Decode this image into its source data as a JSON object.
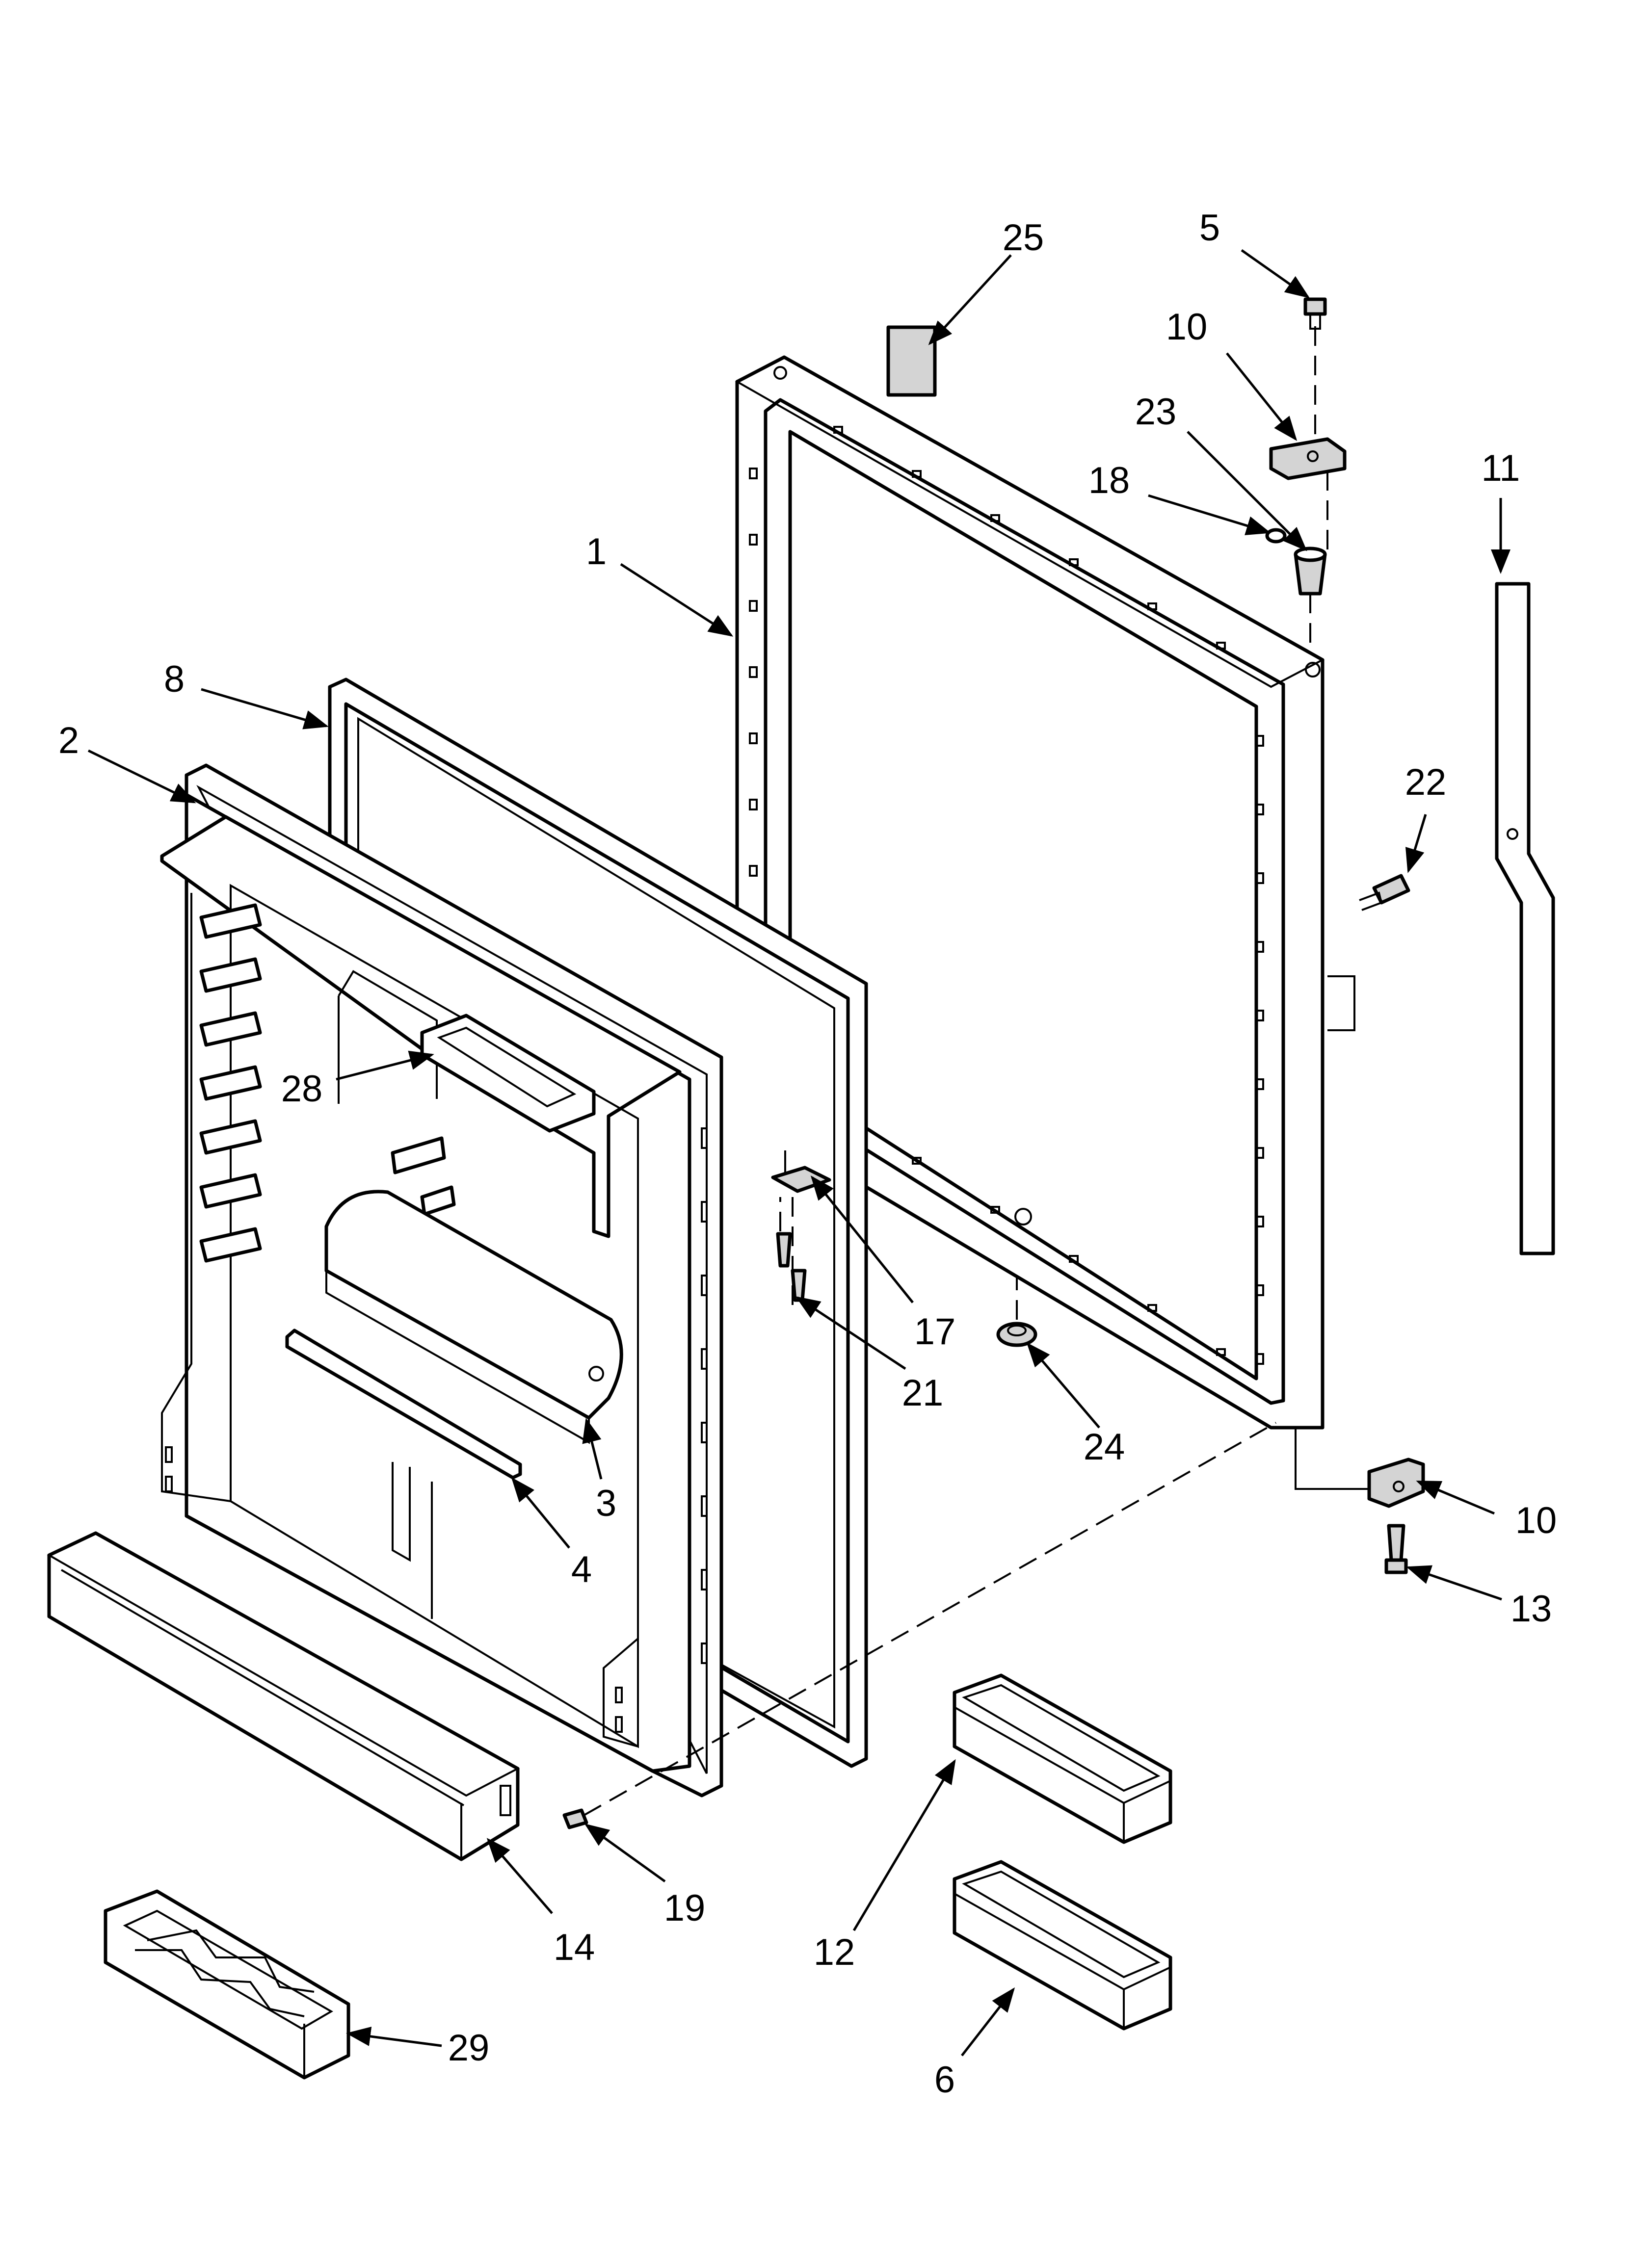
{
  "callouts": {
    "c25": "25",
    "c5": "5",
    "c10a": "10",
    "c23": "23",
    "c18": "18",
    "c11": "11",
    "c1": "1",
    "c8": "8",
    "c2": "2",
    "c22": "22",
    "c28": "28",
    "c17": "17",
    "c21": "21",
    "c24": "24",
    "c3": "3",
    "c4": "4",
    "c10b": "10",
    "c13": "13",
    "c19": "19",
    "c14": "14",
    "c12": "12",
    "c6": "6",
    "c29": "29"
  },
  "colors": {
    "line": "#000000",
    "paper": "#ffffff",
    "shade": "#d4d4d4"
  }
}
